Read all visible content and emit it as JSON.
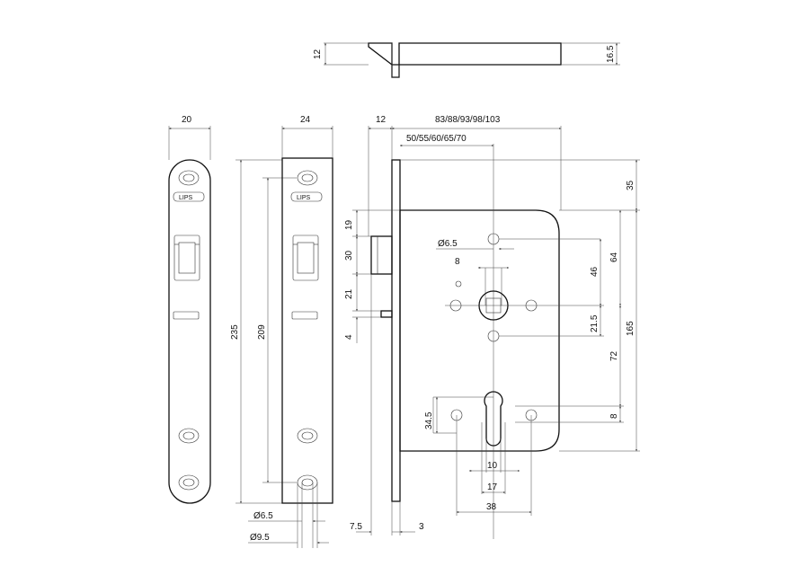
{
  "brand": "LIPS",
  "dimensions": {
    "bolt_height": "12",
    "bolt_total": "16.5",
    "plate_small_width": "20",
    "plate_large_width": "24",
    "plate_length": "235",
    "screw_spacing": "209",
    "hole_small": "Ø6.5",
    "hole_large": "Ø9.5",
    "faceplate_offset": "12",
    "backsets": "83/88/93/98/103",
    "backset_inner": "50/55/60/65/70",
    "top_offset": "35",
    "latch_top": "19",
    "latch_height": "30",
    "latch_gap": "21",
    "deadbolt_h": "4",
    "hole_dia": "Ø6.5",
    "spindle": "8",
    "dist_46": "46",
    "dist_64": "64",
    "dist_21_5": "21.5",
    "dist_165": "165",
    "dist_72": "72",
    "dist_34_5": "34.5",
    "cyl_8": "8",
    "cyl_10": "10",
    "cyl_17": "17",
    "cyl_38": "38",
    "dim_7_5": "7.5",
    "dim_3": "3"
  }
}
